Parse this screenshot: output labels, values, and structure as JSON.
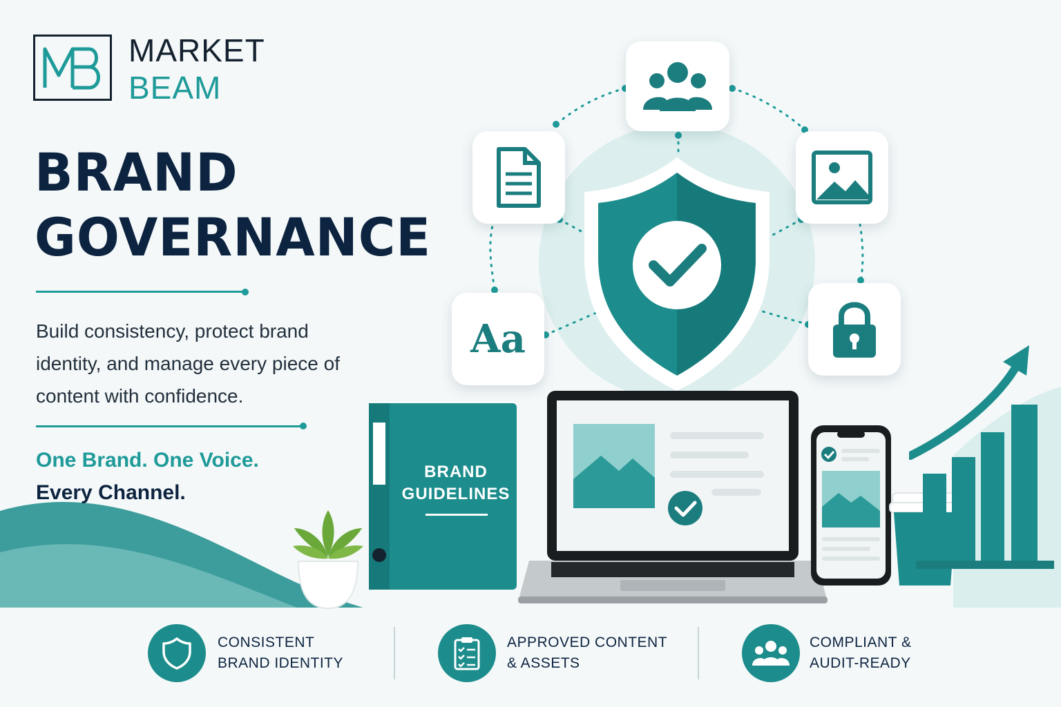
{
  "brand": {
    "logo_mark": "MB",
    "name_line1": "MARKET",
    "name_line2": "BEAM"
  },
  "hero": {
    "headline_line1": "BRAND",
    "headline_line2": "GOVERNANCE",
    "description": "Build consistency, protect brand identity, and manage every piece of content with confidence.",
    "tagline_line1": "One Brand. One Voice.",
    "tagline_line2": "Every Channel."
  },
  "illustration": {
    "card_typography_text": "Aa",
    "binder_label_line1": "BRAND",
    "binder_label_line2": "GUIDELINES",
    "icons": [
      "users-icon",
      "document-icon",
      "image-icon",
      "typography-icon",
      "lock-icon",
      "shield-check-icon",
      "growth-chart-icon"
    ]
  },
  "features": [
    {
      "icon": "shield-icon",
      "line1": "CONSISTENT",
      "line2": "BRAND IDENTITY"
    },
    {
      "icon": "clipboard-check-icon",
      "line1": "APPROVED CONTENT",
      "line2": "& ASSETS"
    },
    {
      "icon": "team-icon",
      "line1": "COMPLIANT &",
      "line2": "AUDIT-READY"
    }
  ],
  "colors": {
    "teal": "#1e9a99",
    "teal_dark": "#1c7d7f",
    "navy": "#0d2440",
    "background": "#f4f8f9"
  }
}
